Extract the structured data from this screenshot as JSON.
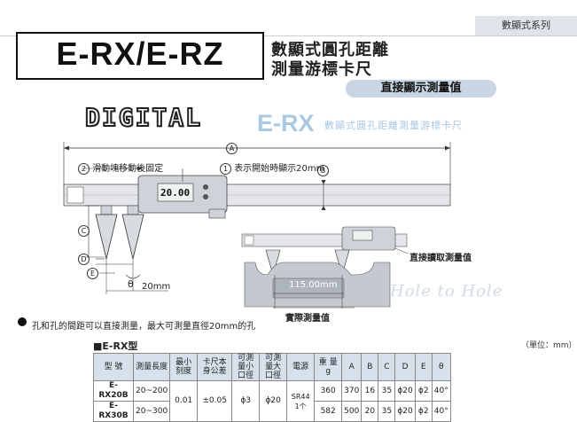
{
  "header": {
    "series_tab": "數顯式系列",
    "title": "E-RX/E-RZ",
    "subtitle_line1": "數顯式圓孔距離",
    "subtitle_line2": "測量游標卡尺",
    "pill": "直接顯示測量值"
  },
  "logo": {
    "digital": "DIGITAL"
  },
  "banner": {
    "model": "E-RX",
    "description": "數顯式圓孔距離測量游標卡尺"
  },
  "diagram": {
    "dim_a": "A",
    "dim_b": "B",
    "dim_c": "C",
    "dim_d": "D",
    "dim_e": "E",
    "callout_1_num": "1",
    "callout_1": "表示開始時顯示20mm",
    "callout_2_num": "2",
    "callout_2": "滑動塊移動後固定",
    "display_value": "20.00",
    "theta": "θ",
    "dim_20mm": "20mm",
    "direct_read": "直接讀取測量值",
    "measured_115": "115.00mm",
    "actual_value": "實際測量值",
    "hole_to_hole": "Hole to Hole"
  },
  "note": "孔和孔的間距可以直接測量，最大可測量直徑20mm的孔",
  "table": {
    "title": "■E-RX型",
    "unit": "（單位：mm）",
    "headers": [
      "型 號",
      "測量長度",
      "最小刻度",
      "卡尺本身公差",
      "可測量小口徑",
      "可測量大口徑",
      "電源",
      "重 量 g",
      "A",
      "B",
      "C",
      "D",
      "E",
      "θ"
    ],
    "shared": {
      "min_scale": "0.01",
      "tolerance": "±0.05",
      "small_bore": "ϕ3",
      "large_bore": "ϕ20",
      "power": "SR44 1个"
    },
    "rows": [
      {
        "model": "E-RX20B",
        "length": "20~200",
        "weight": "360",
        "a": "370",
        "b": "16",
        "c": "35",
        "d": "ϕ20",
        "e": "ϕ2",
        "theta": "40°"
      },
      {
        "model": "E-RX30B",
        "length": "20~300",
        "weight": "582",
        "a": "500",
        "b": "20",
        "c": "35",
        "d": "ϕ20",
        "e": "ϕ2",
        "theta": "40°"
      }
    ]
  }
}
